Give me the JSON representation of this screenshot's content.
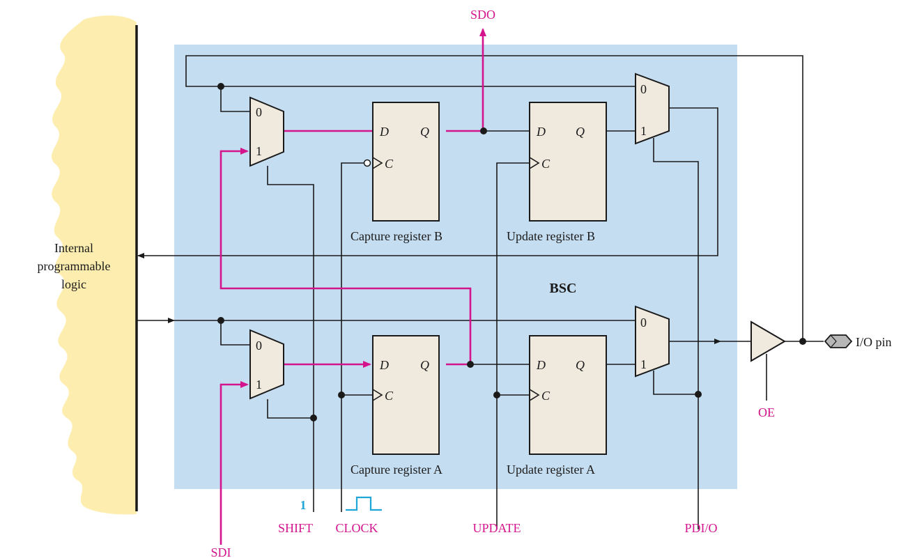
{
  "colors": {
    "background": "#ffffff",
    "bsc_fill": "#c5ddf0",
    "logic_fill": "#fdeeb0",
    "register_fill": "#efe9de",
    "signal_magenta": "#d4148c",
    "signal_cyan": "#1ea6d6",
    "wire": "#1a1a1a"
  },
  "logic": {
    "line1": "Internal",
    "line2": "programmable",
    "line3": "logic"
  },
  "bsc_label": "BSC",
  "registers": {
    "capture_b": {
      "label": "Capture register B",
      "d": "D",
      "q": "Q",
      "c": "C"
    },
    "update_b": {
      "label": "Update register B",
      "d": "D",
      "q": "Q",
      "c": "C"
    },
    "capture_a": {
      "label": "Capture register A",
      "d": "D",
      "q": "Q",
      "c": "C"
    },
    "update_a": {
      "label": "Update register A",
      "d": "D",
      "q": "Q",
      "c": "C"
    }
  },
  "mux": {
    "in0": "0",
    "in1": "1"
  },
  "signals": {
    "sdo": "SDO",
    "sdi": "SDI",
    "shift": "SHIFT",
    "shift_value": "1",
    "clock": "CLOCK",
    "update": "UPDATE",
    "pdio": "PDI/O",
    "oe": "OE",
    "io_pin": "I/O pin"
  },
  "icons": {
    "clock_pulse": "pulse-icon",
    "io_pin": "io-pad-icon",
    "buffer": "tristate-buffer-icon"
  }
}
